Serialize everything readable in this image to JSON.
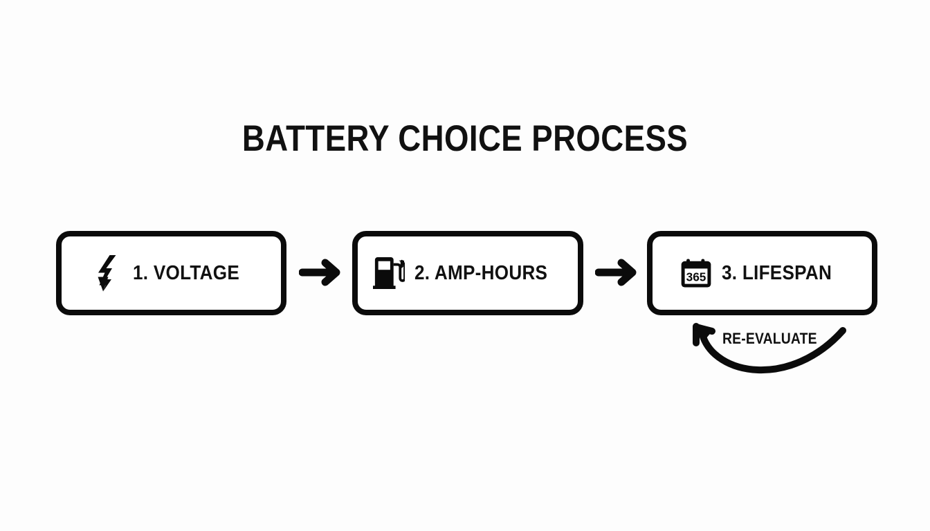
{
  "page": {
    "title": "BATTERY CHOICE PROCESS",
    "background_color": "#fdfdfd",
    "ink_color": "#111111"
  },
  "flow": {
    "steps": [
      {
        "label": "1. VOLTAGE",
        "icon": "lightning-bolt-icon",
        "order": 1
      },
      {
        "label": "2. AMP-HOURS",
        "icon": "fuel-pump-icon",
        "order": 2
      },
      {
        "label": "3. LIFESPAN",
        "icon": "calendar-365-icon",
        "icon_text": "365",
        "order": 3
      }
    ],
    "connectors": [
      {
        "icon": "arrow-right-icon",
        "from": 1,
        "to": 2
      },
      {
        "icon": "arrow-right-icon",
        "from": 2,
        "to": 3
      }
    ],
    "feedback": {
      "label": "RE-EVALUATE",
      "icon": "curved-loop-arrow-icon",
      "from": 3,
      "to": 3
    }
  }
}
